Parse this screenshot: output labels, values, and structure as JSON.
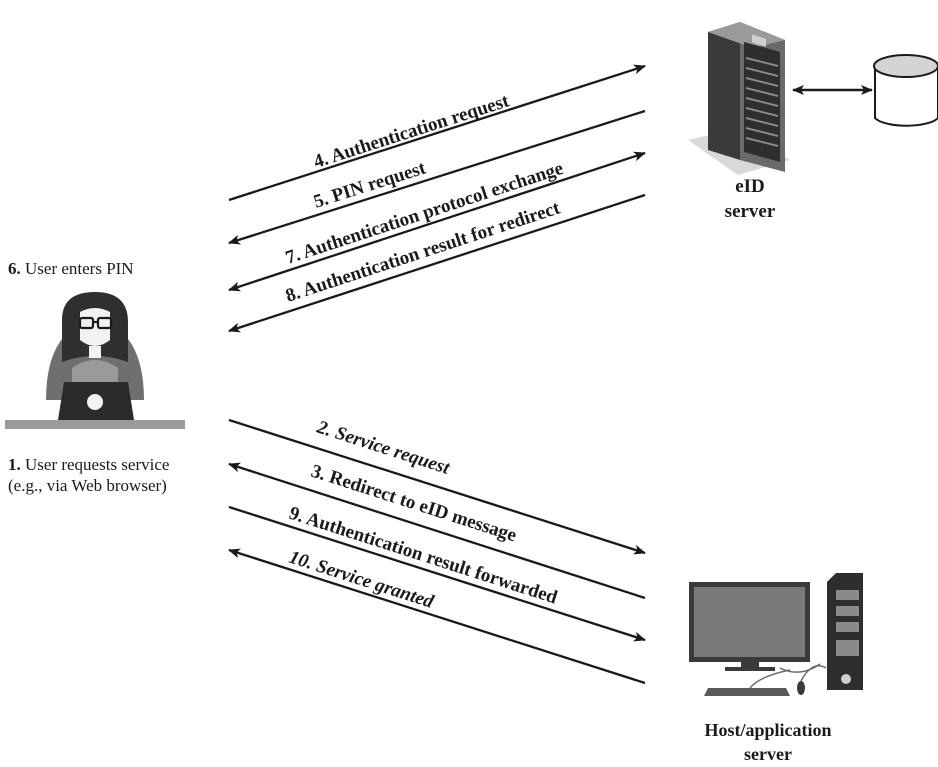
{
  "nodes": {
    "eid_server": {
      "line1": "eID",
      "line2": "server"
    },
    "host_server": {
      "line1": "Host/application",
      "line2": "server"
    }
  },
  "steps": {
    "user_enters_pin": {
      "num": "6.",
      "text": "User enters PIN"
    },
    "user_requests": {
      "num": "1.",
      "text": "User requests service",
      "text2": "(e.g., via Web browser)"
    }
  },
  "messages": {
    "m4": "4. Authentication request",
    "m5": "5. PIN request",
    "m7": "7. Authentication protocol exchange",
    "m8": "8. Authentication result for redirect",
    "m2": "2. Service request",
    "m3": "3. Redirect to eID message",
    "m9": "9. Authentication result forwarded",
    "m10": "10. Service granted"
  },
  "colors": {
    "ink": "#1a1a1a",
    "device_dark": "#4a4a4a",
    "device_light": "#cfcfcf"
  }
}
